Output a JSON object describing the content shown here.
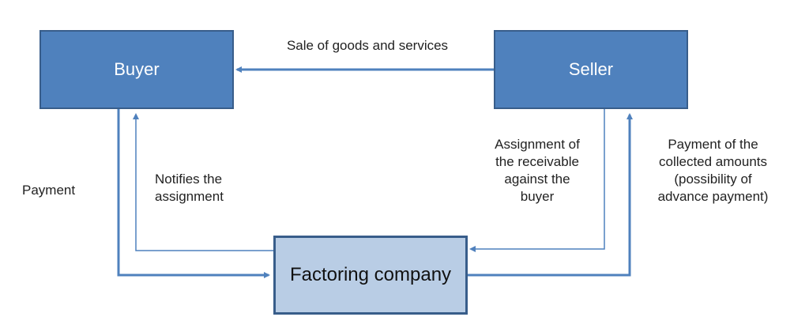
{
  "nodes": {
    "buyer": "Buyer",
    "seller": "Seller",
    "factoring": "Factoring company"
  },
  "edges": {
    "sale": "Sale of goods and services",
    "payment": "Payment",
    "notifies": [
      "Notifies the",
      "assignment"
    ],
    "assignment": [
      "Assignment of",
      "the receivable",
      "against the",
      "buyer"
    ],
    "payment_collected": [
      "Payment of the",
      "collected amounts",
      "(possibility of",
      "advance payment)"
    ]
  },
  "colors": {
    "primary_box": "#4f81bd",
    "secondary_box": "#b9cde5",
    "arrow": "#4f81bd",
    "border": "#385d8a"
  }
}
